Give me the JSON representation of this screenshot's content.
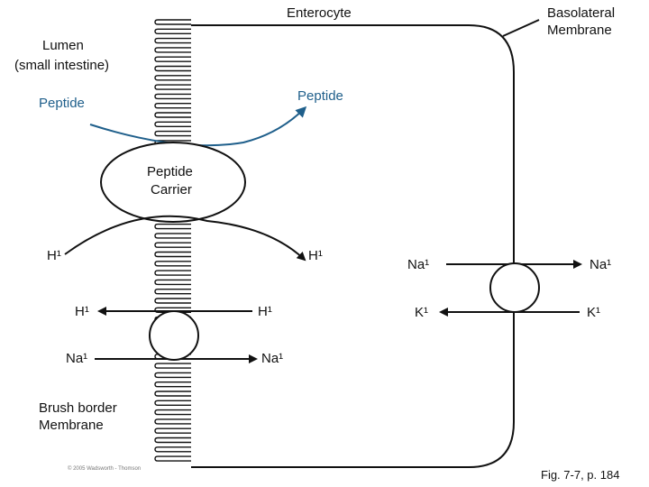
{
  "labels": {
    "enterocyte": "Enterocyte",
    "basolateral_line1": "Basolateral",
    "basolateral_line2": "Membrane",
    "lumen_line1": "Lumen",
    "lumen_line2": "(small intestine)",
    "peptide_left": "Peptide",
    "peptide_right": "Peptide",
    "carrier_line1": "Peptide",
    "carrier_line2": "Carrier",
    "h_curve_left": "H¹",
    "h_curve_right": "H¹",
    "h_straight_left": "H¹",
    "h_straight_right": "H¹",
    "na_left_in": "Na¹",
    "na_left_out": "Na¹",
    "na_baso_in": "Na¹",
    "na_baso_out": "Na¹",
    "k_baso_left": "K¹",
    "k_baso_right": "K¹",
    "brush_line1": "Brush border",
    "brush_line2": "Membrane",
    "copyright": "© 2005 Wadsworth - Thomson",
    "fig": "Fig. 7-7, p. 184"
  },
  "colors": {
    "peptide_blue": "#1f5f8b",
    "line": "#111111"
  }
}
